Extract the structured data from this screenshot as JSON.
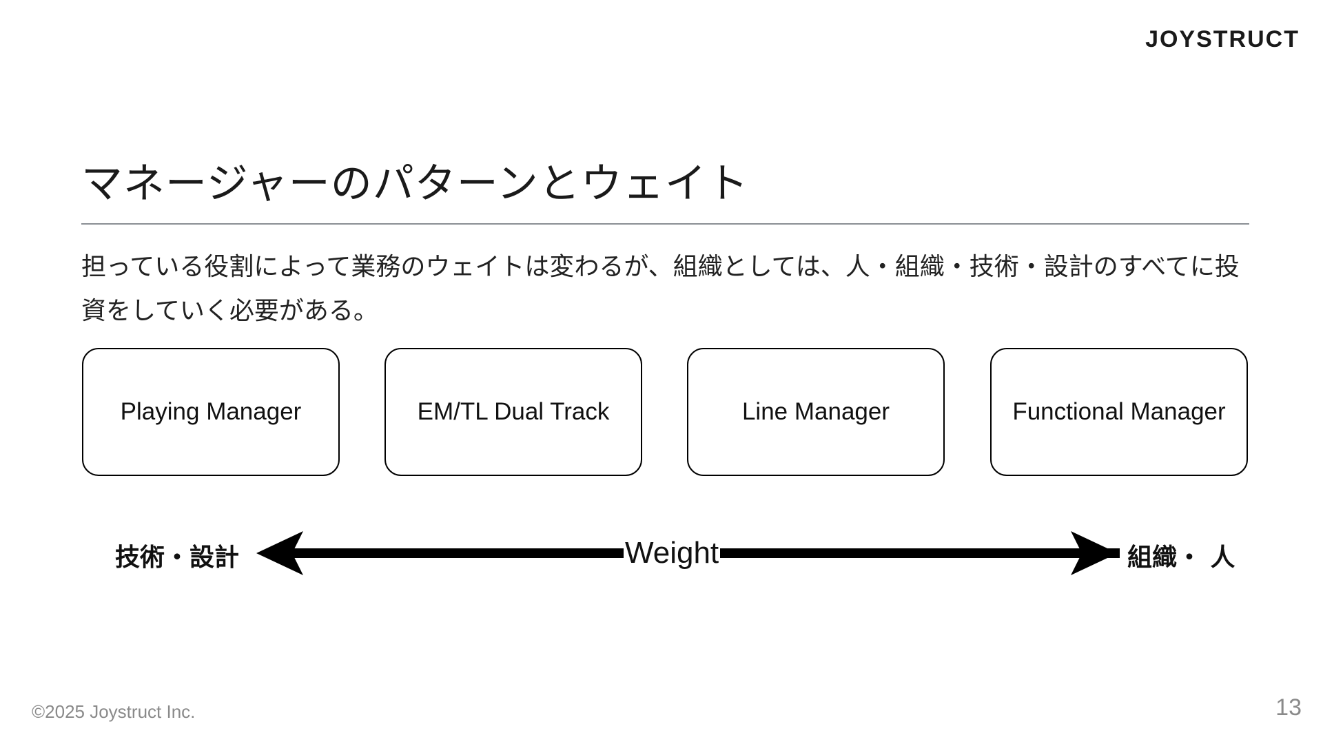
{
  "header": {
    "logo_text": "JOYSTRUCT"
  },
  "slide": {
    "title": "マネージャーのパターンとウェイト",
    "body": "担っている役割によって業務のウェイトは変わるが、組織としては、人・組織・技術・設計のすべてに投資をしていく必要がある。"
  },
  "patterns": [
    {
      "label": "Playing Manager"
    },
    {
      "label": "EM/TL Dual Track"
    },
    {
      "label": "Line Manager"
    },
    {
      "label": "Functional Manager"
    }
  ],
  "weight_scale": {
    "left_label": "技術・設計",
    "center_label": "Weight",
    "right_label": "組織・ 人"
  },
  "footer": {
    "copyright": "©2025 Joystruct Inc.",
    "page_number": "13"
  }
}
